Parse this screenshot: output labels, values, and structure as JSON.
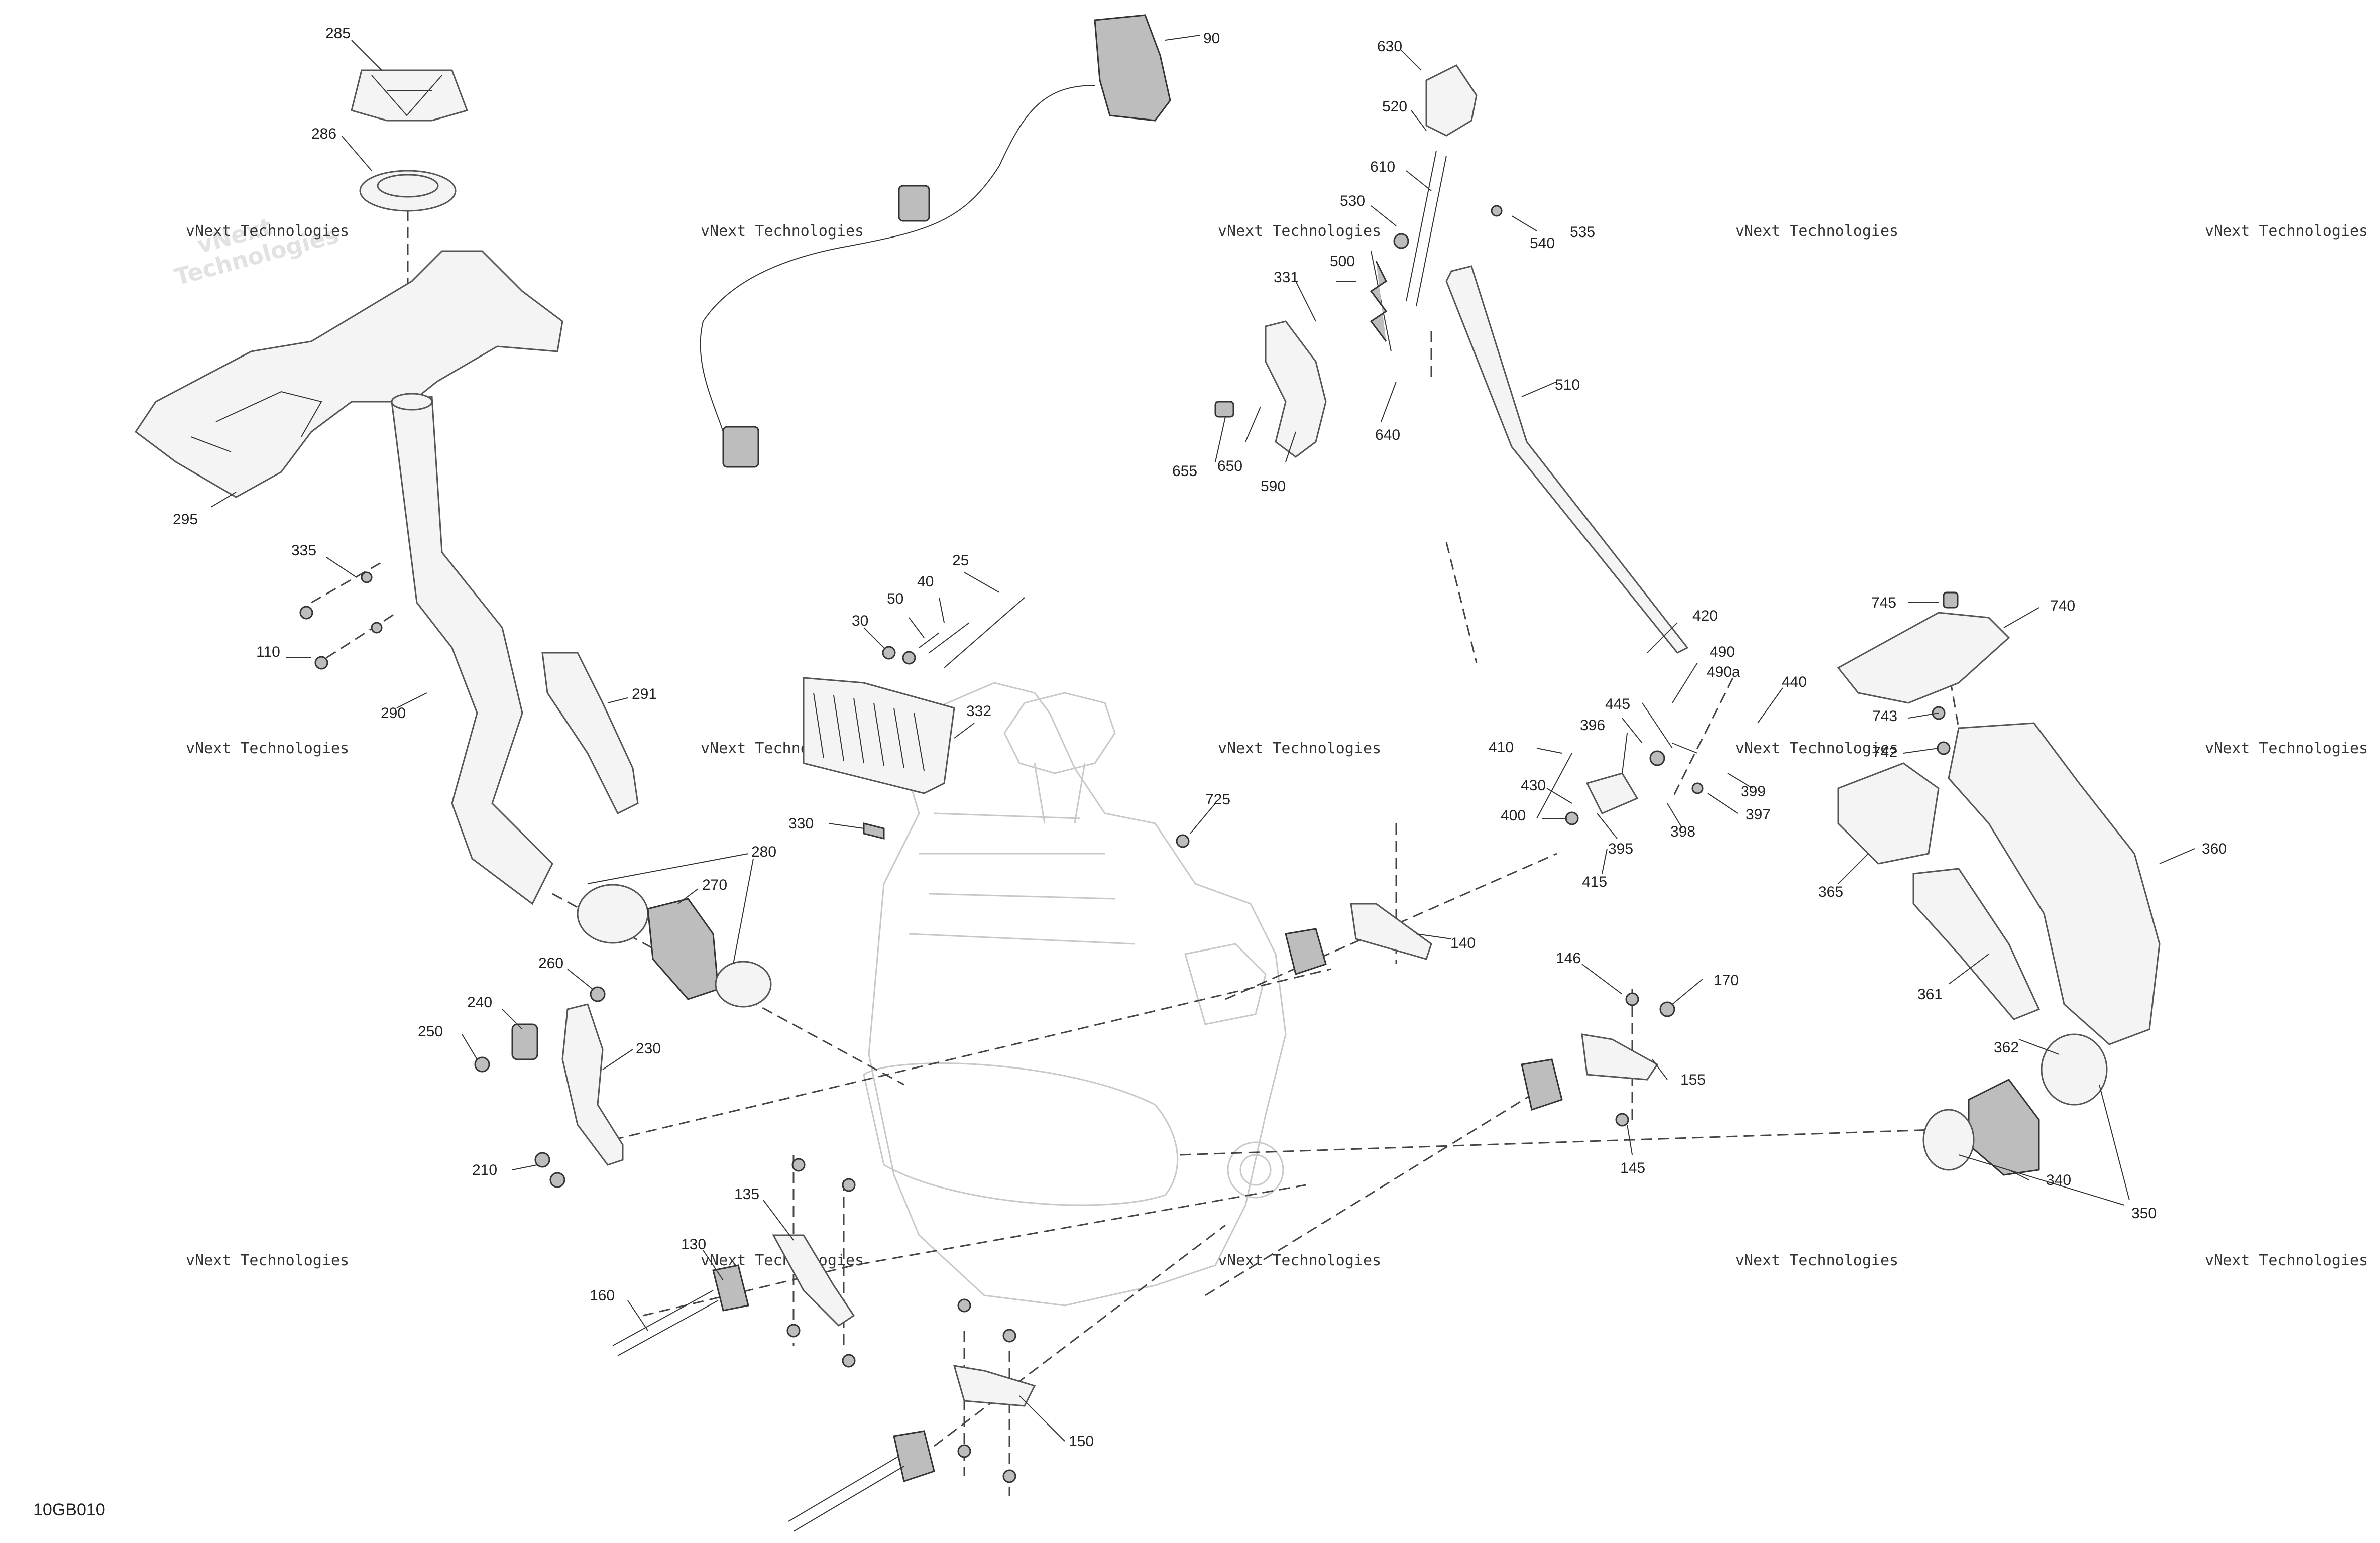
{
  "diagram_code": "10GB010",
  "watermark": {
    "line1": "vNext",
    "line2": "Technologies",
    "overlay": "vNext Technologies"
  },
  "callouts": {
    "c285": "285",
    "c286": "286",
    "c295": "295",
    "c335": "335",
    "c110": "110",
    "c290": "290",
    "c291": "291",
    "c280": "280",
    "c270": "270",
    "c260": "260",
    "c240": "240",
    "c250": "250",
    "c230": "230",
    "c210": "210",
    "c90": "90",
    "c25": "25",
    "c40": "40",
    "c50": "50",
    "c30": "30",
    "c332": "332",
    "c330": "330",
    "c725": "725",
    "c140": "140",
    "c135": "135",
    "c130": "130",
    "c160": "160",
    "c150": "150",
    "c630": "630",
    "c520": "520",
    "c610": "610",
    "c530": "530",
    "c500": "500",
    "c331": "331",
    "c535": "535",
    "c540": "540",
    "c510": "510",
    "c640": "640",
    "c655": "655",
    "c650": "650",
    "c590": "590",
    "c420": "420",
    "c490": "490",
    "c490a": "490a",
    "c440": "440",
    "c445": "445",
    "c396": "396",
    "c410": "410",
    "c430": "430",
    "c400": "400",
    "c395": "395",
    "c398": "398",
    "c397": "397",
    "c399": "399",
    "c415": "415",
    "c745": "745",
    "c740": "740",
    "c743": "743",
    "c742": "742",
    "c360": "360",
    "c365": "365",
    "c361": "361",
    "c362": "362",
    "c340": "340",
    "c350": "350",
    "c146": "146",
    "c170": "170",
    "c155": "155",
    "c145": "145"
  }
}
